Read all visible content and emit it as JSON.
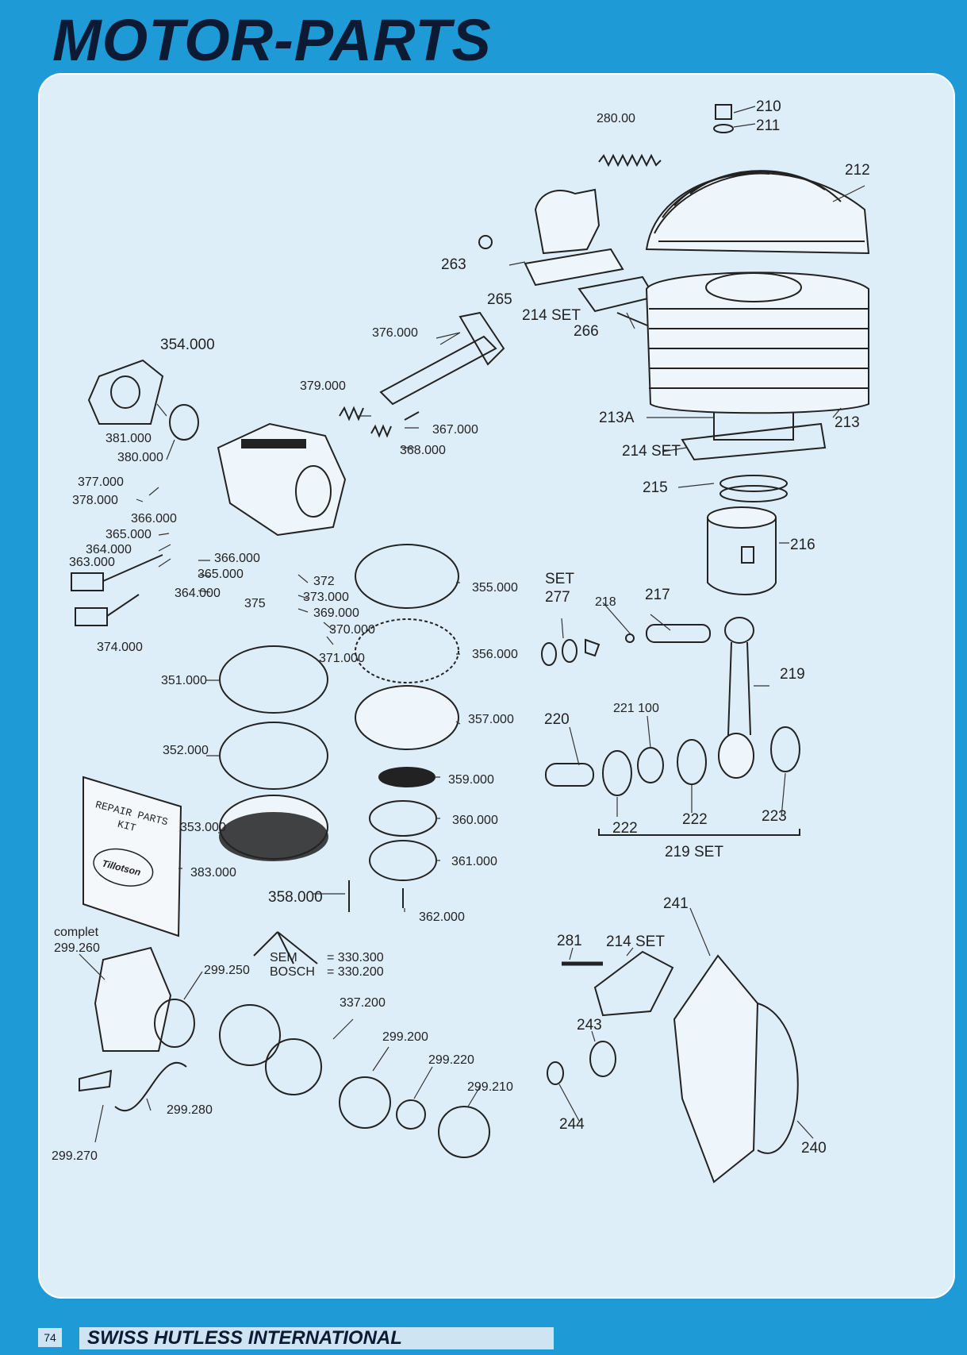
{
  "page": {
    "title": "MOTOR-PARTS",
    "page_number": "74",
    "brand": "SWISS HUTLESS INTERNATIONAL"
  },
  "kit_card": {
    "line1": "REPAIR PARTS",
    "line2": "KIT",
    "logo_text": "Tillotson"
  },
  "labels": {
    "l280": "280.00",
    "l210": "210",
    "l211": "211",
    "l212": "212",
    "l263": "263",
    "l265": "265",
    "l214a": "214 SET",
    "l266": "266",
    "l376": "376.000",
    "l354": "354.000",
    "l379": "379.000",
    "l381": "381.000",
    "l380": "380.000",
    "l367": "367.000",
    "l368": "368.000",
    "l213A": "213A",
    "l213": "213",
    "l214b": "214 SET",
    "l215": "215",
    "l216": "216",
    "l377": "377.000",
    "l378": "378.000",
    "l366a": "366.000",
    "l365a": "365.000",
    "l364a": "364.000",
    "l363": "363.000",
    "l366b": "366.000",
    "l365b": "365.000",
    "l364b": "364.000",
    "l372": "372",
    "l373": "373.000",
    "l375": "375",
    "l369": "369.000",
    "l370": "370.000",
    "l371": "371.000",
    "l355": "355.000",
    "l356": "356.000",
    "l357": "357.000",
    "l374": "374.000",
    "l351": "351.000",
    "l352": "352.000",
    "l353": "353.000",
    "l383": "383.000",
    "l359": "359.000",
    "l360": "360.000",
    "l361": "361.000",
    "l358": "358.000",
    "l362": "362.000",
    "lSET": "SET",
    "l277": "277",
    "l218": "218",
    "l217": "217",
    "l219": "219",
    "l221": "221 100",
    "l220": "220",
    "l222a": "222",
    "l222b": "222",
    "l223": "223",
    "l219set": "219 SET",
    "l241": "241",
    "l281": "281",
    "l214c": "214 SET",
    "l243": "243",
    "l244": "244",
    "l240": "240",
    "lcomplet": "complet",
    "l299260": "299.260",
    "l299250": "299.250",
    "lsem": "SEM",
    "lsemval": "= 330.300",
    "lbosch": "BOSCH",
    "lboschval": "= 330.200",
    "l337": "337.200",
    "l299200": "299.200",
    "l299220": "299.220",
    "l299210": "299.210",
    "l299280": "299.280",
    "l299270": "299.270"
  }
}
